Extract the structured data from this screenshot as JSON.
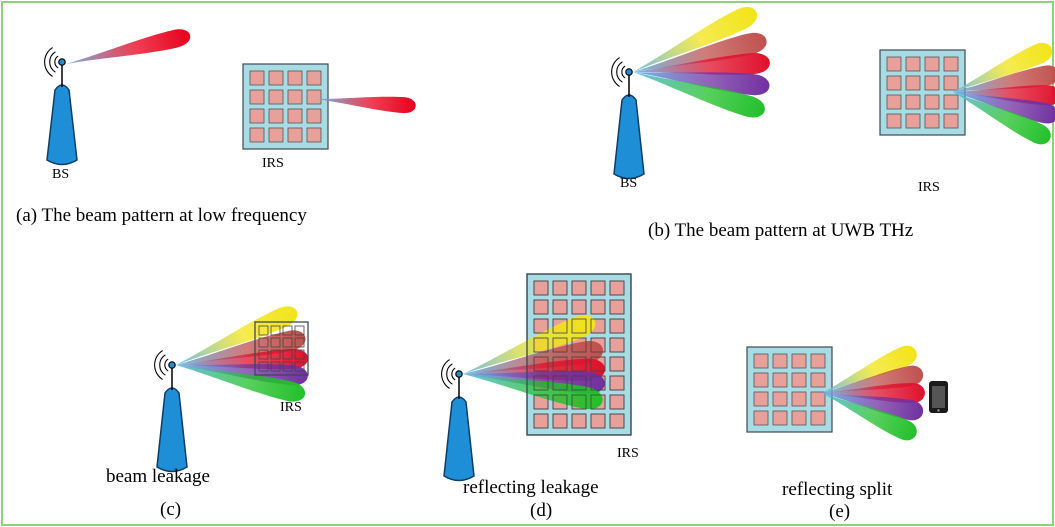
{
  "colors": {
    "frame": "#8fd07a",
    "antenna_fill": "#1e8fd6",
    "antenna_stroke": "#0d3d66",
    "irs_panel": "#a8dbe3",
    "irs_element": "#e8a09a",
    "beam_red": "#e8001c",
    "beam_yellow": "#f2e418",
    "beam_brown": "#c0504d",
    "beam_crimson": "#e0102c",
    "beam_purple": "#7030a0",
    "beam_green": "#22c02a",
    "beam_origin": "#5fb6e8",
    "phone": "#1a1a1a"
  },
  "icons": [
    "base-station-icon",
    "irs-panel-icon",
    "beam-lobe-icon",
    "smartphone-icon",
    "radio-waves-icon"
  ],
  "panels": {
    "a": {
      "bs_label": "BS",
      "irs_label": "IRS",
      "caption": "(a) The beam pattern at low frequency"
    },
    "b": {
      "bs_label": "BS",
      "irs_label": "IRS",
      "caption": "(b) The beam pattern at UWB THz"
    },
    "c": {
      "irs_label": "IRS",
      "title": "beam leakage",
      "caption": "(c)"
    },
    "d": {
      "irs_label": "IRS",
      "title": "reflecting leakage",
      "caption": "(d)"
    },
    "e": {
      "title": "reflecting split",
      "caption": "(e)"
    }
  }
}
